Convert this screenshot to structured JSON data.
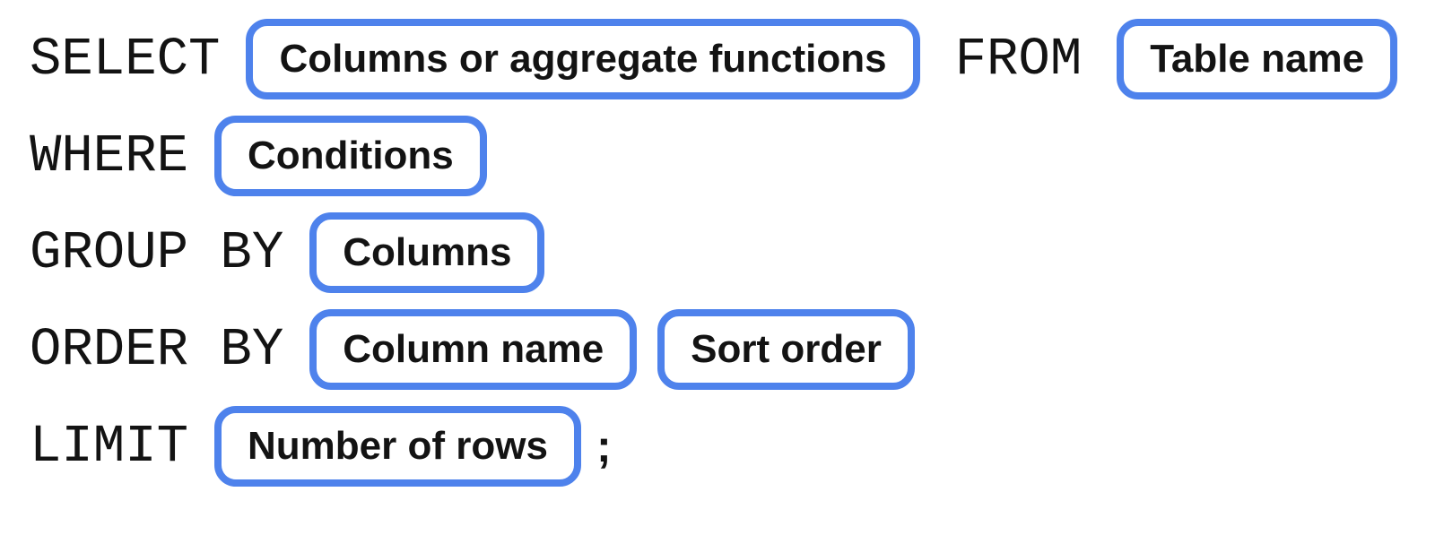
{
  "accent_color": "#4e82ec",
  "text_color": "#131313",
  "rows": [
    {
      "keyword1": "SELECT",
      "box1": "Columns or aggregate functions",
      "keyword2": "FROM",
      "box2": "Table name"
    },
    {
      "keyword1": "WHERE",
      "box1": "Conditions"
    },
    {
      "keyword1": "GROUP BY",
      "box1": "Columns"
    },
    {
      "keyword1": "ORDER BY",
      "box1": "Column name",
      "box2": "Sort order"
    },
    {
      "keyword1": "LIMIT",
      "box1": "Number of rows",
      "punctuation": ";"
    }
  ]
}
